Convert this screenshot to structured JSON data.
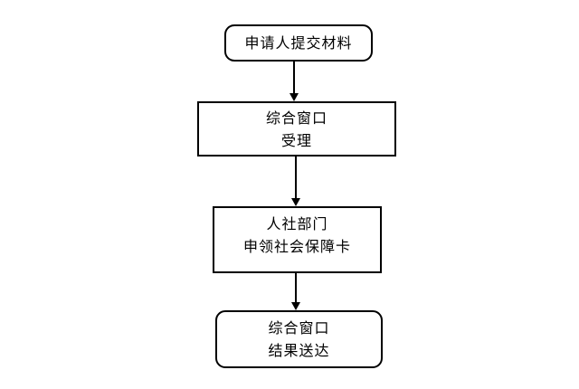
{
  "flowchart": {
    "title_hint": "service-process-flowchart",
    "colors": {
      "background": "#ffffff",
      "border": "#000000",
      "text": "#000000",
      "arrow": "#000000"
    },
    "nodes": [
      {
        "id": "submit",
        "shape": "rounded",
        "lines": [
          "申请人提交材料"
        ]
      },
      {
        "id": "accept",
        "shape": "rect",
        "lines": [
          "综合窗口",
          "受理"
        ]
      },
      {
        "id": "apply",
        "shape": "rect",
        "lines": [
          "人社部门",
          "申领社会保障卡"
        ]
      },
      {
        "id": "deliver",
        "shape": "rounded",
        "lines": [
          "综合窗口",
          "结果送达"
        ]
      }
    ],
    "connections": [
      {
        "from": "submit",
        "to": "accept",
        "type": "arrow-down"
      },
      {
        "from": "accept",
        "to": "apply",
        "type": "arrow-down"
      },
      {
        "from": "apply",
        "to": "deliver",
        "type": "arrow-down"
      }
    ]
  }
}
